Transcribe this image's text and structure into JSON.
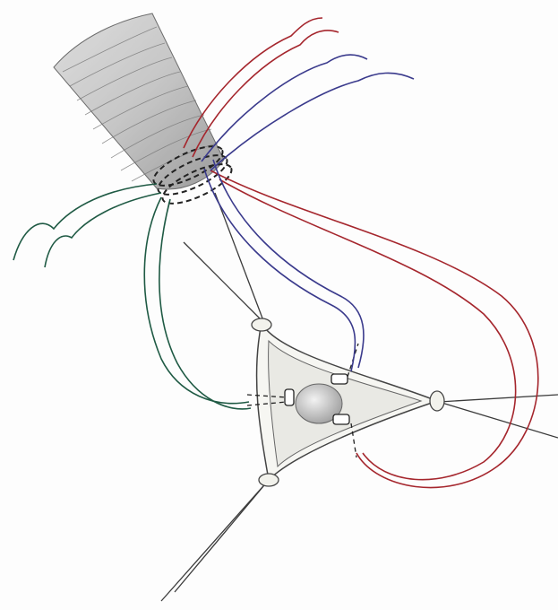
{
  "illustration": {
    "colors": {
      "red_suture": "#a5262d",
      "blue_suture": "#3a3a8c",
      "green_suture": "#1f5a44",
      "graphite": "#3b3b3b",
      "paper": "#fdfdfd"
    },
    "icons": [
      "vessel-illustration",
      "valve-ring-illustration",
      "suture-illustration"
    ]
  }
}
